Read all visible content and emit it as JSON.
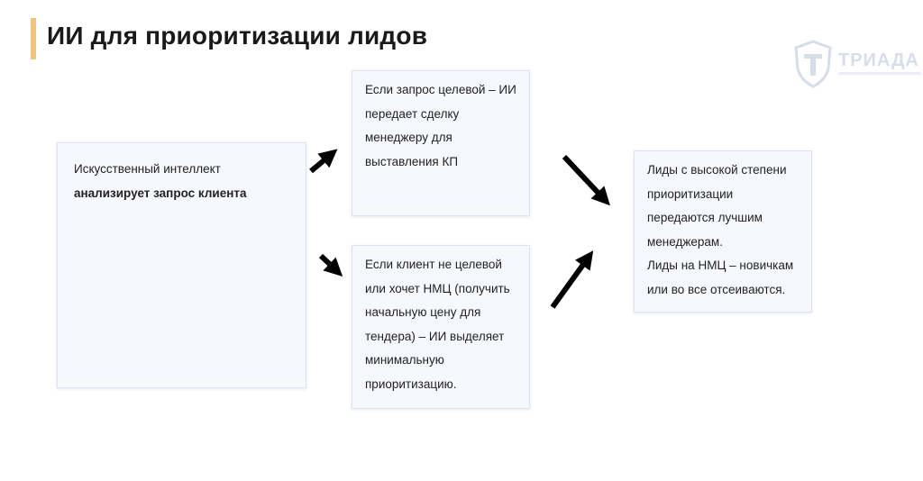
{
  "title": "ИИ для приоритизации лидов",
  "logo": {
    "text": "ТРИАДА",
    "icon": "shield-t-icon"
  },
  "colors": {
    "accent": "#f2c37e",
    "box_bg": "#f7f8fd",
    "box_border": "#dde3f2",
    "arrow": "#000000"
  },
  "boxes": {
    "source": {
      "line1": "Искусственный интеллект",
      "line2_bold": "анализирует запрос клиента"
    },
    "target": {
      "text": "Если запрос целевой – ИИ передает сделку менеджеру для выставления КП"
    },
    "non_target": {
      "text": "Если клиент не целевой или хочет НМЦ (получить начальную цену для тендера) – ИИ выделяет минимальную приоритизацию."
    },
    "result": {
      "line1": "Лиды с высокой степени приоритизации передаются лучшим менеджерам.",
      "line2": "Лиды на НМЦ – новичкам или во все отсеиваются."
    }
  },
  "arrows": [
    {
      "name": "arrow-source-to-target",
      "direction": "up-right"
    },
    {
      "name": "arrow-source-to-nontarget",
      "direction": "down-right"
    },
    {
      "name": "arrow-target-to-result",
      "direction": "down-right"
    },
    {
      "name": "arrow-nontarget-to-result",
      "direction": "up-right"
    }
  ]
}
